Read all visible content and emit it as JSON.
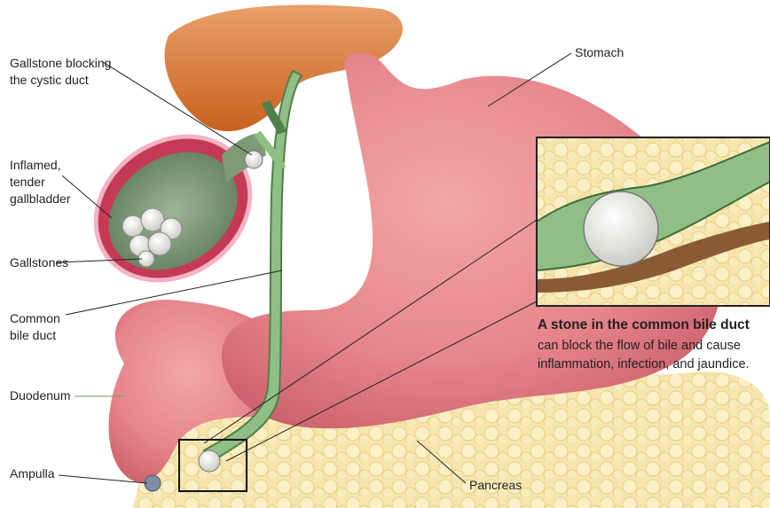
{
  "labels": {
    "gallstone_blocking_line1": "Gallstone blocking",
    "gallstone_blocking_line2": "the cystic duct",
    "inflamed_line1": "Inflamed,",
    "inflamed_line2": "tender",
    "inflamed_line3": "gallbladder",
    "gallstones": "Gallstones",
    "common_line1": "Common",
    "common_line2": "bile duct",
    "duodenum": "Duodenum",
    "ampulla": "Ampulla",
    "stomach": "Stomach",
    "pancreas": "Pancreas"
  },
  "caption": {
    "title": "A stone in the common bile duct",
    "line1": "can block the flow of bile and cause",
    "line2": "inflammation, infection, and jaundice."
  },
  "colors": {
    "stomach": "#e8868a",
    "liver": "#d9742c",
    "bile_duct": "#8fbf85",
    "gallbladder": "#7f9a77",
    "pancreas": "#f5e4a8",
    "stone": "#e8e8e3"
  }
}
